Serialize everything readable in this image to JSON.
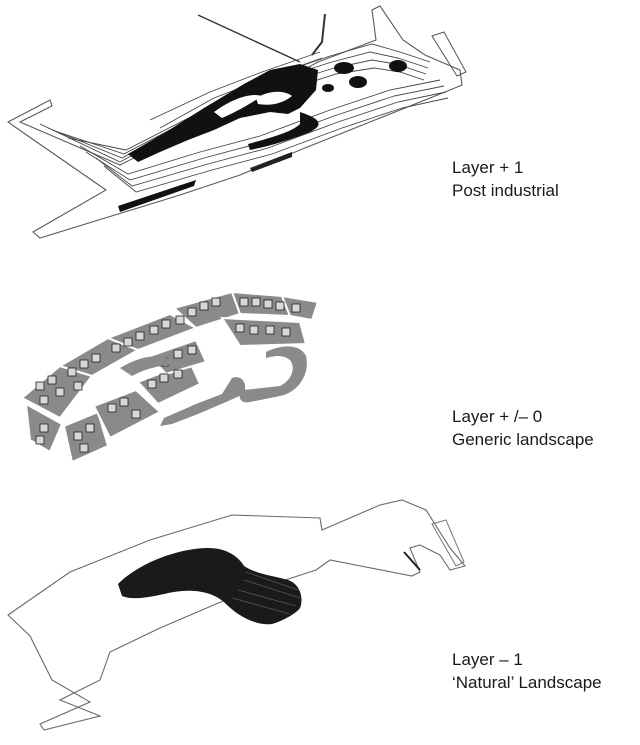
{
  "layers": [
    {
      "title": "Layer + 1",
      "subtitle": "Post industrial"
    },
    {
      "title": "Layer + /– 0",
      "subtitle": "Generic landscape"
    },
    {
      "title": "Layer – 1",
      "subtitle": "‘Natural’ Landscape"
    }
  ]
}
